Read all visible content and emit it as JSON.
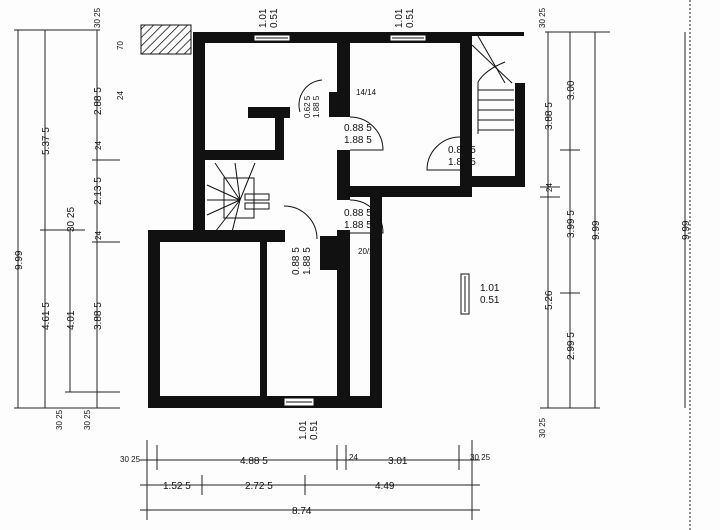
{
  "plan": {
    "windows": {
      "top_left": [
        "1.01",
        "0.51"
      ],
      "top_right": [
        "1.01",
        "0.51"
      ],
      "right": [
        "1.01",
        "0.51"
      ],
      "bottom": [
        "1.01",
        "0.51"
      ]
    },
    "doors": {
      "wc": [
        "0.62 5",
        "1.88 5"
      ],
      "room_top_right": [
        "0.88 5",
        "1.88 5"
      ],
      "stair_annex": [
        "0.88 5",
        "1.88 5"
      ],
      "room_right": [
        "0.88 5",
        "1.88 5"
      ],
      "room_bottom": [
        "0.88 5",
        "1.88 5"
      ]
    },
    "chimneys": {
      "upper": "14/14",
      "lower": "20/20"
    }
  },
  "dims_left": {
    "outer": "9.99",
    "a": "5.37 5",
    "b": "4.61 5",
    "c": "30 25",
    "d": "4.01",
    "e": "2.88 5",
    "f": "24",
    "g": "2.13 5",
    "h": "24",
    "i": "3.88 5",
    "j": "70",
    "k": "24",
    "top": "30 25",
    "bottom1": "30 25",
    "bottom2": "30 25"
  },
  "dims_right": {
    "top": "30 25",
    "a": "3.88 5",
    "b": "24",
    "c": "5.26",
    "d": "3.00",
    "e": "3.99 5",
    "f": "2.99 5",
    "g": "9.99",
    "h": "9.99",
    "bottom": "30 25"
  },
  "dims_bottom": {
    "r1": [
      "30 25",
      "4.88 5",
      "24",
      "3.01",
      "30 25"
    ],
    "r2": [
      "1.52 5",
      "2.72 5",
      "4.49"
    ],
    "r3": "8.74"
  }
}
